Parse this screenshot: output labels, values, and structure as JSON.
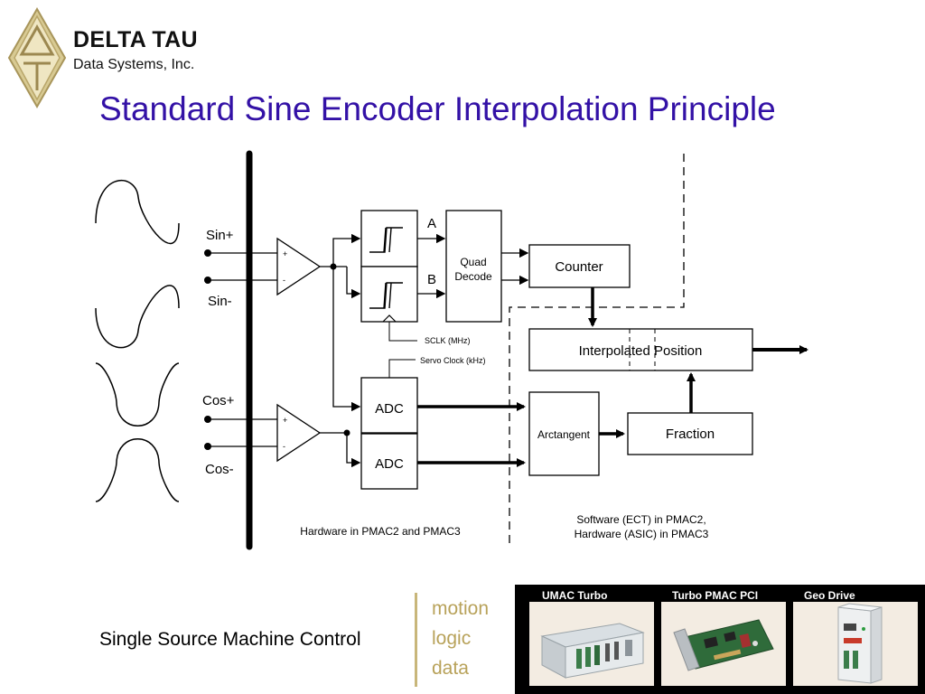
{
  "header": {
    "brand_name": "DELTA TAU",
    "brand_subtitle": "Data Systems, Inc.",
    "logo_icon": "delta-tau-logo-icon",
    "title": "Standard Sine Encoder Interpolation Principle"
  },
  "diagram": {
    "inputs": {
      "sin_plus": "Sin+",
      "sin_minus": "Sin-",
      "cos_plus": "Cos+",
      "cos_minus": "Cos-"
    },
    "amp_plus": "+",
    "amp_minus": "-",
    "channel_a": "A",
    "channel_b": "B",
    "quad_decode": [
      "Quad",
      "Decode"
    ],
    "sclk_label": "SCLK (MHz)",
    "servo_clock_label": "Servo Clock (kHz)",
    "adc_label": "ADC",
    "counter_label": "Counter",
    "interpolated_position_label": "Interpolated Position",
    "arctangent_label": "Arctangent",
    "fraction_label": "Fraction",
    "hardware_caption": "Hardware in PMAC2 and PMAC3",
    "software_caption": [
      "Software (ECT) in PMAC2,",
      "Hardware (ASIC) in PMAC3"
    ]
  },
  "footer": {
    "tagline": "Single Source Machine Control",
    "motto": [
      "motion",
      "logic",
      "data"
    ],
    "products": [
      "UMAC Turbo",
      "Turbo PMAC PCI",
      "Geo Drive"
    ]
  },
  "colors": {
    "title": "#3311a6",
    "motto": "#b8a25a",
    "logo_gold": "#c9b87a",
    "product_strip": "#000000"
  }
}
